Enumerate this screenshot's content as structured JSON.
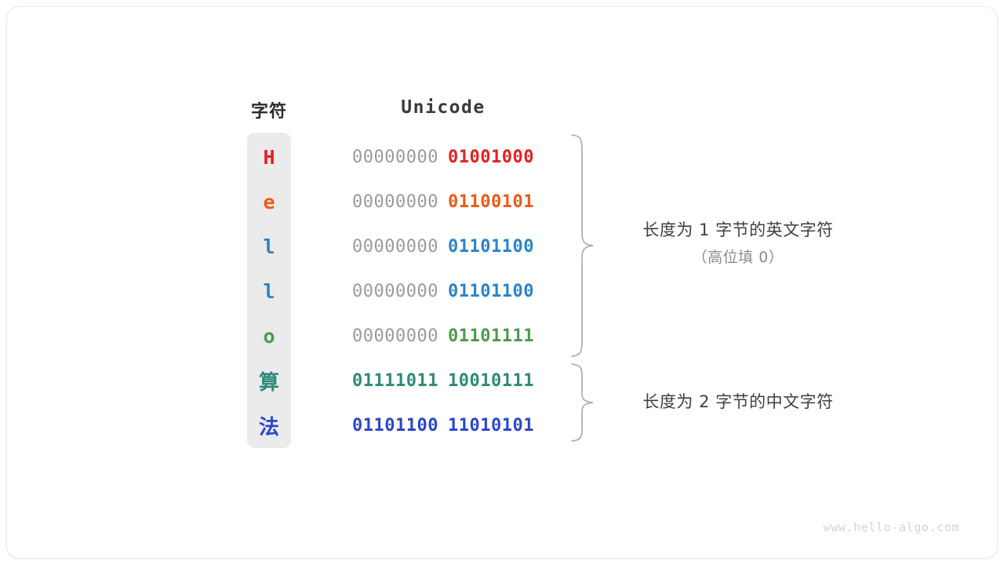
{
  "card": {
    "background": "#ffffff",
    "border_color": "#ececec"
  },
  "headers": {
    "char": "字符",
    "unicode": "Unicode"
  },
  "colors": {
    "red": "#e6201f",
    "orange": "#ee5a17",
    "blue": "#2d83c8",
    "green": "#4c9a4c",
    "teal": "#2c8a7b",
    "indigo": "#2b46c8",
    "gray": "#9a9a9a",
    "column_bg": "#ebebeb",
    "brace": "#a8a8a8",
    "annotation": "#3f3f3f",
    "annotation_sub": "#8c8c8c",
    "watermark": "#d5d5d5"
  },
  "rows": [
    {
      "char": "H",
      "color": "#e6201f",
      "high_byte": "00000000",
      "low_byte": "01001000",
      "high_colored": false,
      "cjk": false
    },
    {
      "char": "e",
      "color": "#ee5a17",
      "high_byte": "00000000",
      "low_byte": "01100101",
      "high_colored": false,
      "cjk": false
    },
    {
      "char": "l",
      "color": "#2d83c8",
      "high_byte": "00000000",
      "low_byte": "01101100",
      "high_colored": false,
      "cjk": false
    },
    {
      "char": "l",
      "color": "#2d83c8",
      "high_byte": "00000000",
      "low_byte": "01101100",
      "high_colored": false,
      "cjk": false
    },
    {
      "char": "o",
      "color": "#4c9a4c",
      "high_byte": "00000000",
      "low_byte": "01101111",
      "high_colored": false,
      "cjk": false
    },
    {
      "char": "算",
      "color": "#2c8a7b",
      "high_byte": "01111011",
      "low_byte": "10010111",
      "high_colored": true,
      "cjk": true
    },
    {
      "char": "法",
      "color": "#2b46c8",
      "high_byte": "01101100",
      "low_byte": "11010101",
      "high_colored": true,
      "cjk": true
    }
  ],
  "annotations": [
    {
      "main": "长度为 1 字节的英文字符",
      "sub": "（高位填 0）",
      "covers_rows": 5
    },
    {
      "main": "长度为 2 字节的中文字符",
      "sub": "",
      "covers_rows": 2
    }
  ],
  "watermark": "www.hello-algo.com"
}
